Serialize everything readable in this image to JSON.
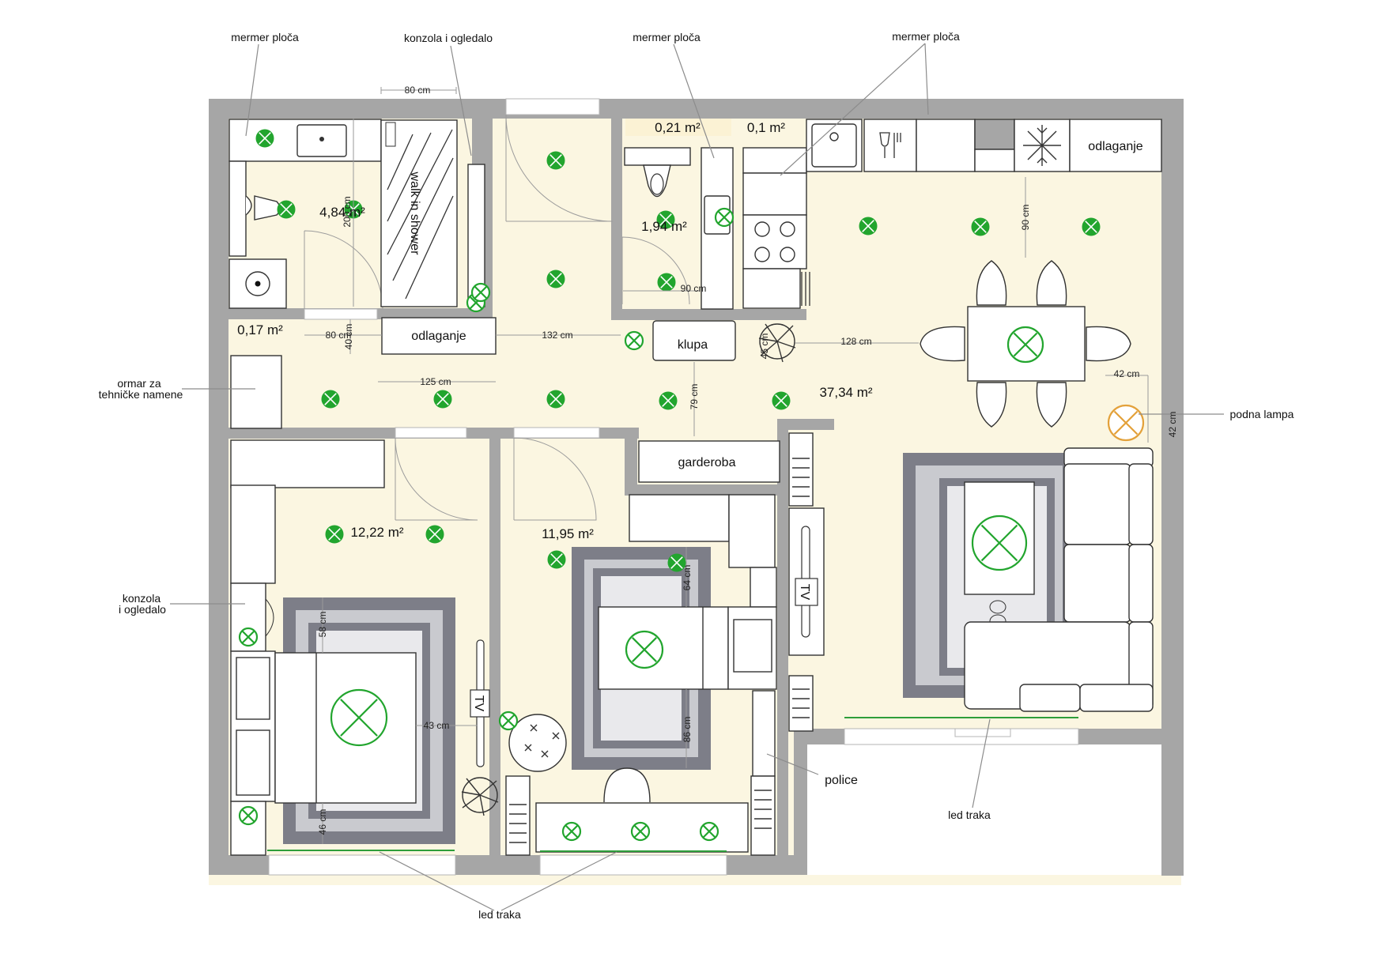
{
  "labels": {
    "mermer1": "mermer ploča",
    "konzola_top": "konzola i ogledalo",
    "mermer2": "mermer ploča",
    "mermer3": "mermer ploča",
    "ormar_line1": "ormar za",
    "ormar_line2": "tehničke namene",
    "konzola_left_line1": "konzola",
    "konzola_left_line2": "i ogledalo",
    "podna_lampa": "podna lampa",
    "police": "police",
    "led_traka_right": "led traka",
    "led_traka_bottom": "led traka"
  },
  "areas": {
    "bathroom": "4,84 m²",
    "toilet": "1,94 m²",
    "living": "37,34 m²",
    "bedroom1": "12,22 m²",
    "bedroom2": "11,95 m²",
    "storage_small": "0,17 m²",
    "counter1": "0,21 m²",
    "counter2": "0,1 m²"
  },
  "furniture": {
    "odlaganje_hall": "odlaganje",
    "odlaganje_kitchen": "odlaganje",
    "klupa": "klupa",
    "garderoba": "garderoba",
    "shower": "walk in shower",
    "tv": "TV"
  },
  "dimensions": {
    "d80_top": "80 cm",
    "d200": "200 cm",
    "d80_hall": "80 cm",
    "d40": "40 cm",
    "d125": "125 cm",
    "d132": "132 cm",
    "d90_wc": "90 cm",
    "d128": "128 cm",
    "d90_kitchen": "90 cm",
    "d42_h": "42 cm",
    "d42_v": "42 cm",
    "d79": "79 cm",
    "d45": "45 cm",
    "d64": "64 cm",
    "d86": "86 cm",
    "d58": "58 cm",
    "d43": "43 cm",
    "d46": "46 cm"
  },
  "colors": {
    "wall": "#a6a6a6",
    "floor": "#fbf6e1",
    "light_green": "#22a52e",
    "lamp_orange": "#e3a13a"
  },
  "icons": [
    "light-icon",
    "floor-lamp-icon",
    "snowflake-icon",
    "plant-icon",
    "washing-machine-icon",
    "toilet-icon",
    "sink-icon",
    "stove-icon"
  ]
}
